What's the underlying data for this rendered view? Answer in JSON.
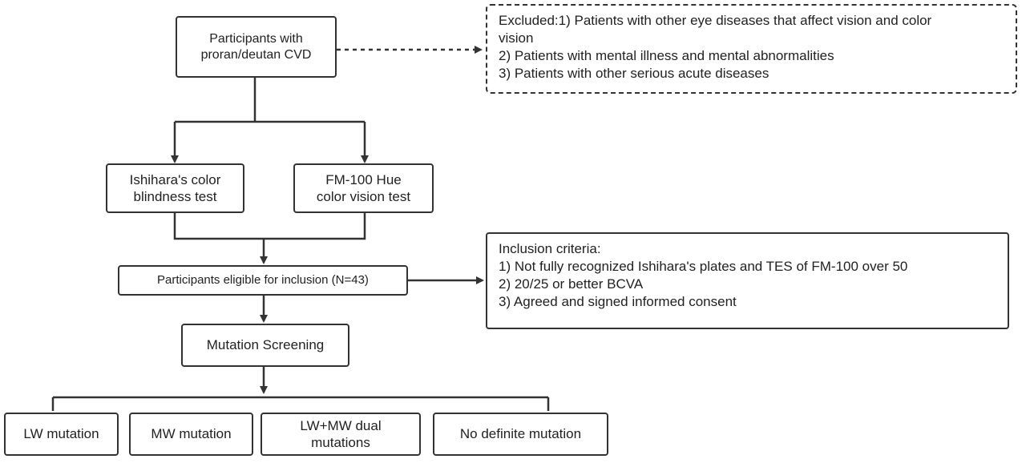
{
  "diagram": {
    "participants": {
      "line1": "Participants with",
      "line2": "proran/deutan CVD"
    },
    "ishihara": {
      "line1": "Ishihara's color",
      "line2": "blindness test"
    },
    "fm100": {
      "line1": "FM-100 Hue",
      "line2": "color vision test"
    },
    "eligible": "Participants eligible for inclusion (N=43)",
    "mutation_screening": "Mutation Screening",
    "outcomes": [
      {
        "line1": "LW mutation",
        "line2": ""
      },
      {
        "line1": "MW mutation",
        "line2": ""
      },
      {
        "line1": "LW+MW dual",
        "line2": "mutations"
      },
      {
        "line1": "No definite mutation",
        "line2": ""
      }
    ],
    "excluded": {
      "lines": [
        "Excluded:1) Patients with other eye diseases that affect vision and color",
        "vision",
        "2) Patients with mental illness and mental abnormalities",
        "3) Patients with other serious acute diseases"
      ]
    },
    "inclusion": {
      "lines": [
        "Inclusion criteria:",
        "1) Not fully recognized Ishihara's plates and TES of FM-100 over 50",
        "2) 20/25 or better BCVA",
        "3) Agreed and signed informed consent"
      ]
    }
  }
}
